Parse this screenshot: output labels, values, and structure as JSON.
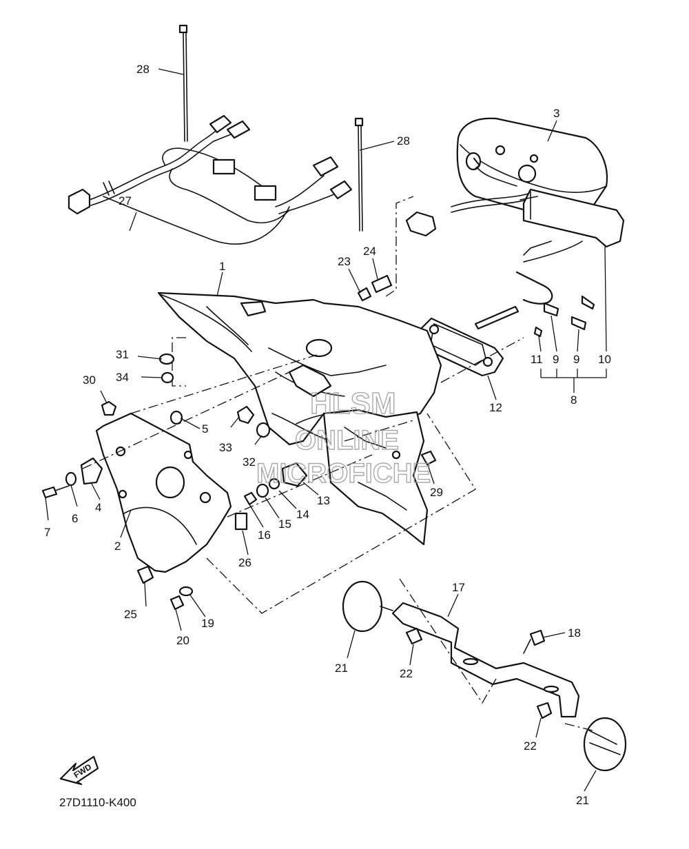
{
  "diagram": {
    "drawing_code": "27D1110-K400",
    "fwd_label": "FWD",
    "watermark": [
      "HLSM",
      "ONLINE",
      "MICROFICHE"
    ]
  },
  "callouts": [
    {
      "id": "c1",
      "text": "1"
    },
    {
      "id": "c2",
      "text": "2"
    },
    {
      "id": "c3",
      "text": "3"
    },
    {
      "id": "c4",
      "text": "4"
    },
    {
      "id": "c5",
      "text": "5"
    },
    {
      "id": "c6",
      "text": "6"
    },
    {
      "id": "c7",
      "text": "7"
    },
    {
      "id": "c8",
      "text": "8"
    },
    {
      "id": "c9a",
      "text": "9"
    },
    {
      "id": "c9b",
      "text": "9"
    },
    {
      "id": "c10",
      "text": "10"
    },
    {
      "id": "c11",
      "text": "11"
    },
    {
      "id": "c12",
      "text": "12"
    },
    {
      "id": "c13",
      "text": "13"
    },
    {
      "id": "c14",
      "text": "14"
    },
    {
      "id": "c15",
      "text": "15"
    },
    {
      "id": "c16",
      "text": "16"
    },
    {
      "id": "c17",
      "text": "17"
    },
    {
      "id": "c18",
      "text": "18"
    },
    {
      "id": "c19",
      "text": "19"
    },
    {
      "id": "c20",
      "text": "20"
    },
    {
      "id": "c21a",
      "text": "21"
    },
    {
      "id": "c21b",
      "text": "21"
    },
    {
      "id": "c22a",
      "text": "22"
    },
    {
      "id": "c22b",
      "text": "22"
    },
    {
      "id": "c23",
      "text": "23"
    },
    {
      "id": "c24",
      "text": "24"
    },
    {
      "id": "c25",
      "text": "25"
    },
    {
      "id": "c26",
      "text": "26"
    },
    {
      "id": "c27",
      "text": "27"
    },
    {
      "id": "c28a",
      "text": "28"
    },
    {
      "id": "c28b",
      "text": "28"
    },
    {
      "id": "c29",
      "text": "29"
    },
    {
      "id": "c30",
      "text": "30"
    },
    {
      "id": "c31",
      "text": "31"
    },
    {
      "id": "c32",
      "text": "32"
    },
    {
      "id": "c33",
      "text": "33"
    },
    {
      "id": "c34",
      "text": "34"
    }
  ]
}
